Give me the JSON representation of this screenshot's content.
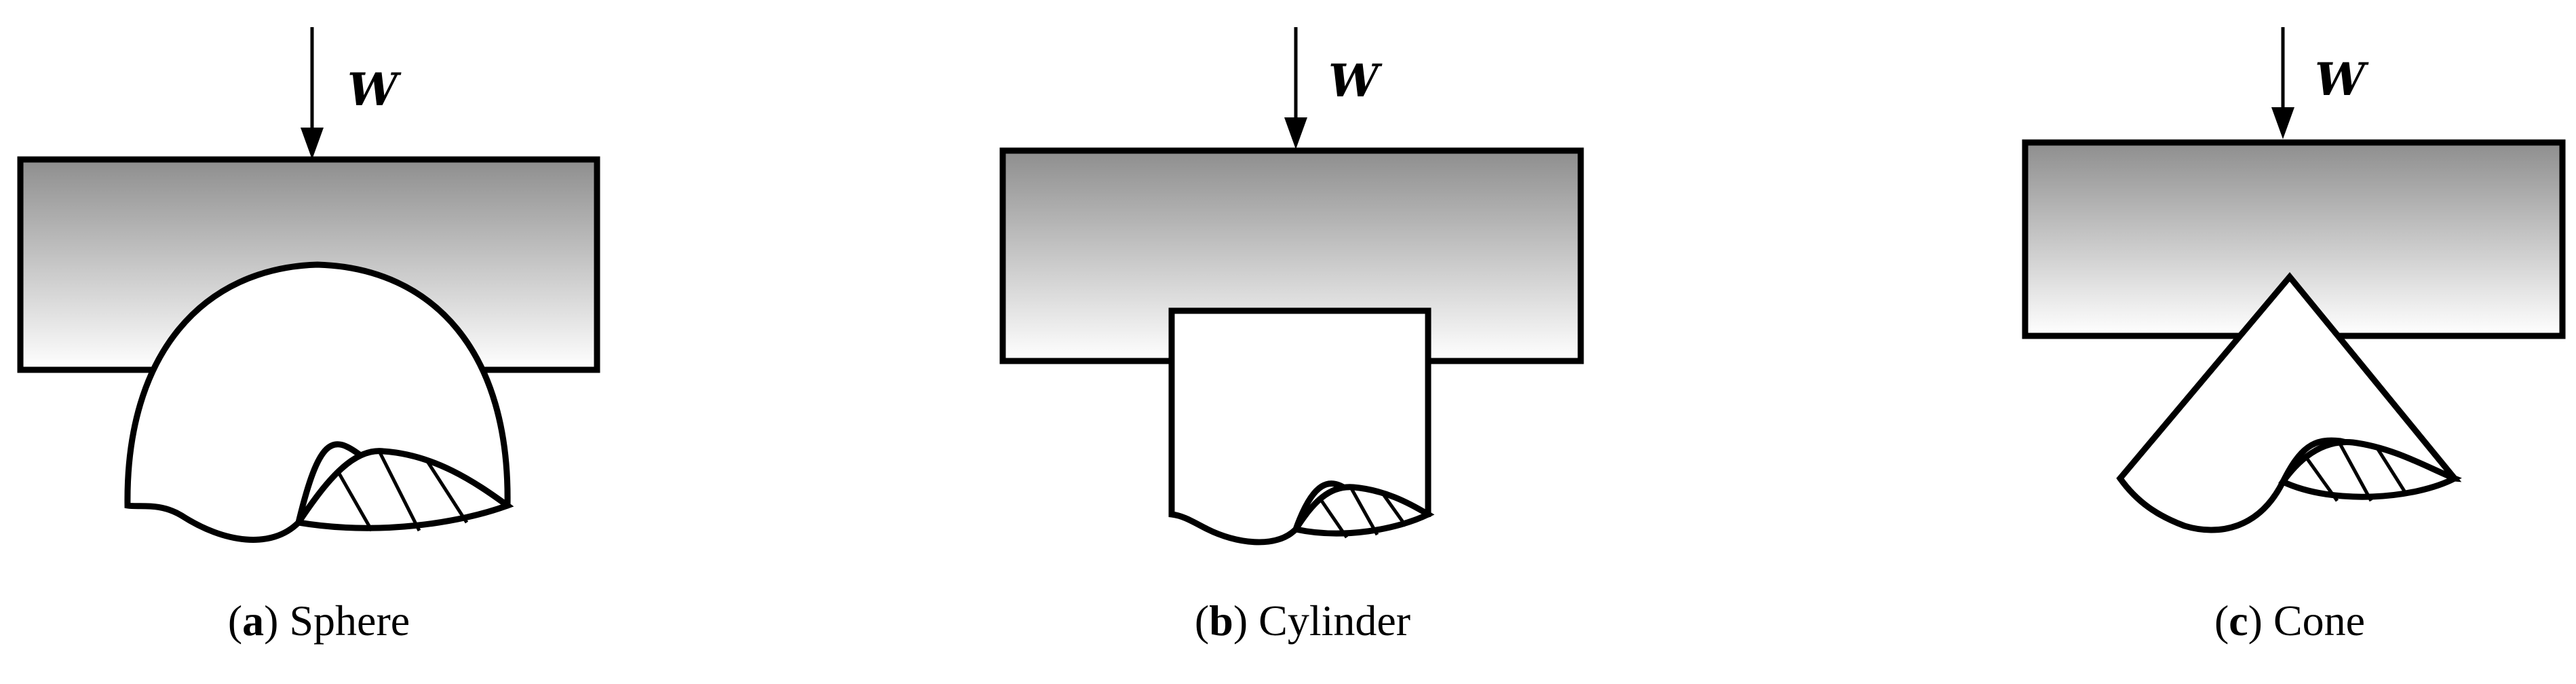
{
  "load_symbol": "W",
  "panels": [
    {
      "letter": "a",
      "name": "Sphere"
    },
    {
      "letter": "b",
      "name": "Cylinder"
    },
    {
      "letter": "c",
      "name": "Cone"
    }
  ]
}
